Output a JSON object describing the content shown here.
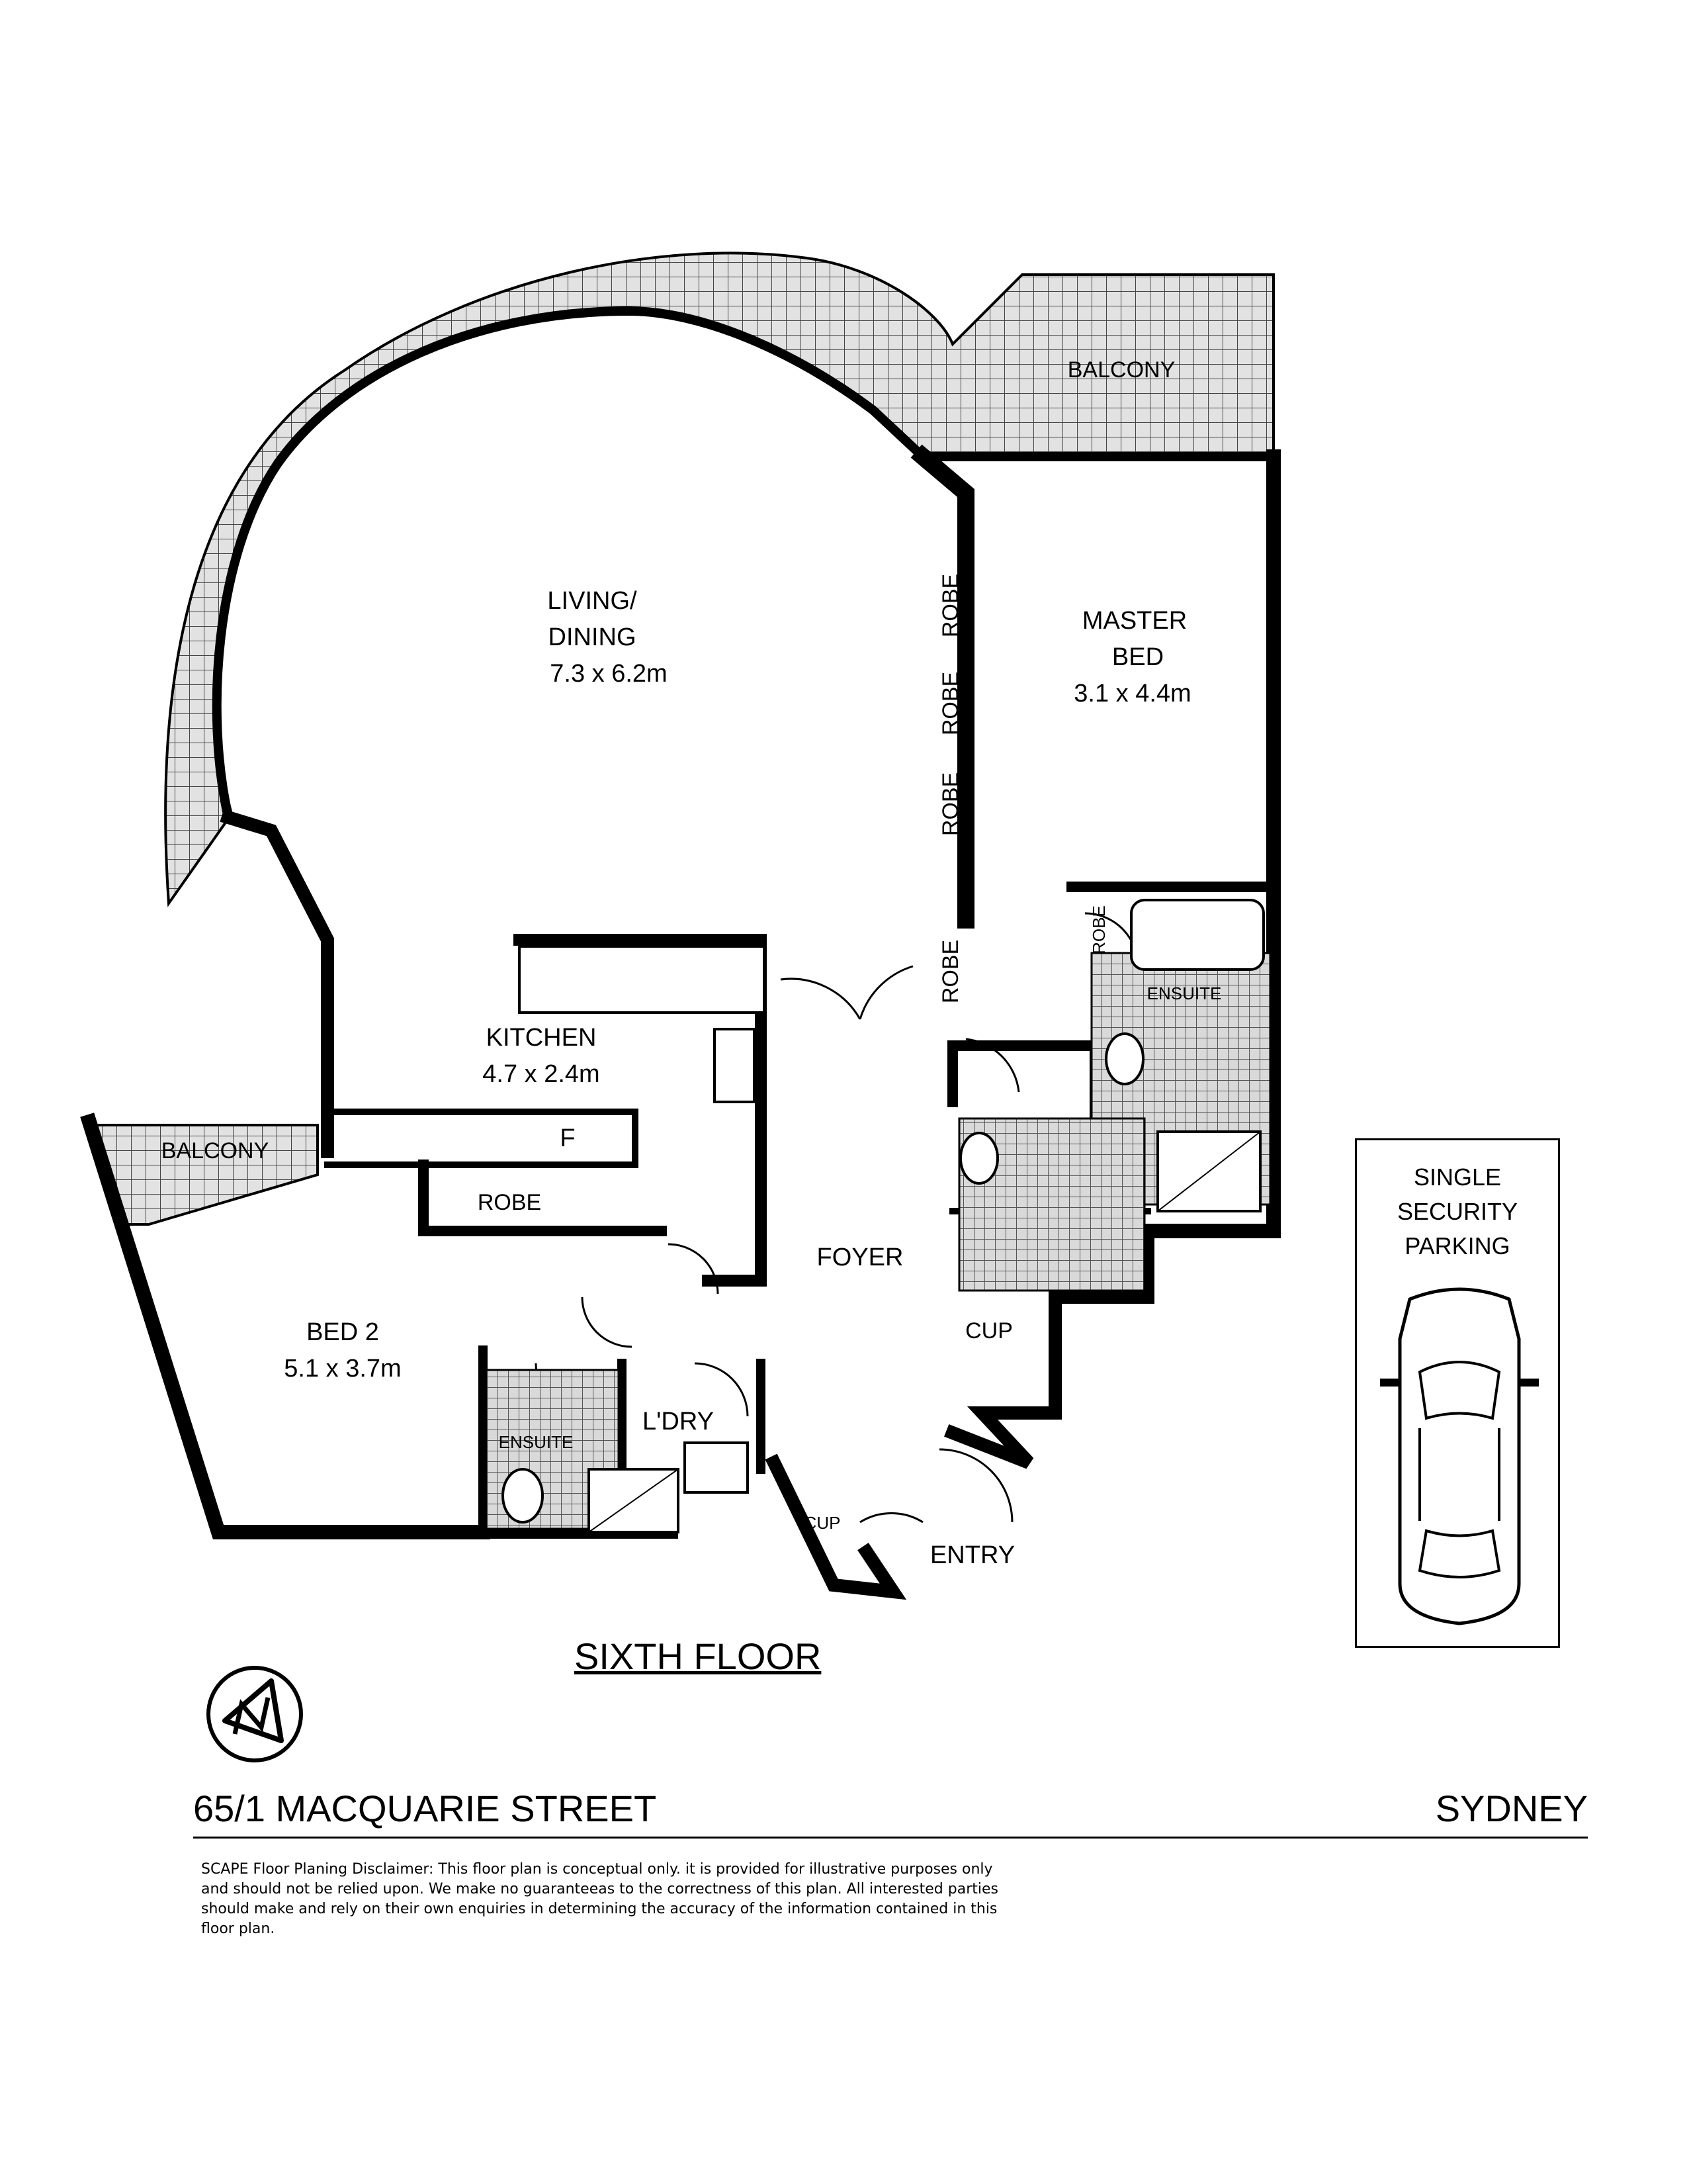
{
  "rooms": {
    "living_name": "LIVING/",
    "living_name2": "DINING",
    "living_size": "7.3 x 6.2m",
    "master_name": "MASTER",
    "master_name2": "BED",
    "master_size": "3.1 x 4.4m",
    "kitchen_name": "KITCHEN",
    "kitchen_size": "4.7 x 2.4m",
    "bed2_name": "BED 2",
    "bed2_size": "5.1 x 3.7m",
    "foyer": "FOYER",
    "entry": "ENTRY",
    "laundry": "L'DRY",
    "balcony_top": "BALCONY",
    "balcony_left": "BALCONY",
    "robe": "ROBE",
    "robe_bed2": "ROBE",
    "ensuite_master": "ENSUITE",
    "ensuite_bed2": "ENSUITE",
    "cupboard": "CUP",
    "cupboard_small": "CUP",
    "fridge": "F"
  },
  "floor_title": "SIXTH FLOOR",
  "parking": "SINGLE\nSECURITY\nPARKING",
  "address": "65/1 MACQUARIE STREET",
  "city": "SYDNEY",
  "disclaimer": "SCAPE Floor Planing Disclaimer: This floor plan is conceptual only. it is provided for illustrative purposes only and should not be relied upon. We make no guaranteeas to the correctness of this plan. All interested parties should make and rely on their own enquiries in determining the accuracy of the information contained in this floor plan.",
  "icons": {
    "north": "north-arrow-icon",
    "car": "car-icon"
  }
}
